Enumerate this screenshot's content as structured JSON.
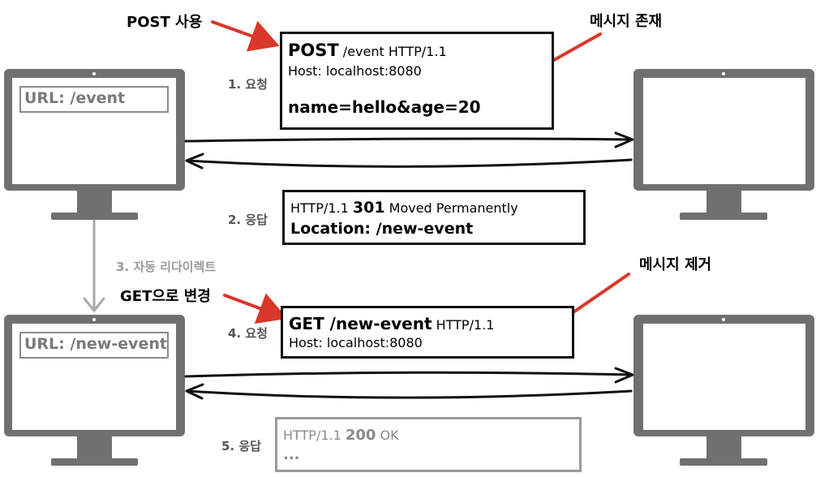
{
  "annotations": {
    "post_usage": "POST 사용",
    "body_present": "메시지 존재",
    "get_change": "GET으로 변경",
    "body_removed": "메시지 제거"
  },
  "steps": {
    "s1": "1. 요청",
    "s2": "2. 응답",
    "s3": "3. 자동 리다이렉트",
    "s4": "4. 요청",
    "s5": "5. 응답"
  },
  "clients": {
    "top_url": "URL: /event",
    "bottom_url": "URL: /new-event"
  },
  "request1": {
    "method": "POST",
    "line1_rest": " /event HTTP/1.1",
    "host": "Host: localhost:8080",
    "body": "name=hello&age=20"
  },
  "response1": {
    "version": "HTTP/1.1 ",
    "status_code": "301",
    "status_text": " Moved Permanently",
    "location": "Location: /new-event"
  },
  "request2": {
    "line1_bold": "GET /new-event",
    "line1_rest": " HTTP/1.1",
    "host": "Host: localhost:8080"
  },
  "response2": {
    "version": "HTTP/1.1 ",
    "status_code": "200",
    "status_text": " OK",
    "ellipsis": "..."
  },
  "colors": {
    "monitor": "#707070",
    "red_arrow": "#d9372a",
    "redirect_arrow": "#a8a8a8",
    "faded_box": "#9a9a9a"
  }
}
